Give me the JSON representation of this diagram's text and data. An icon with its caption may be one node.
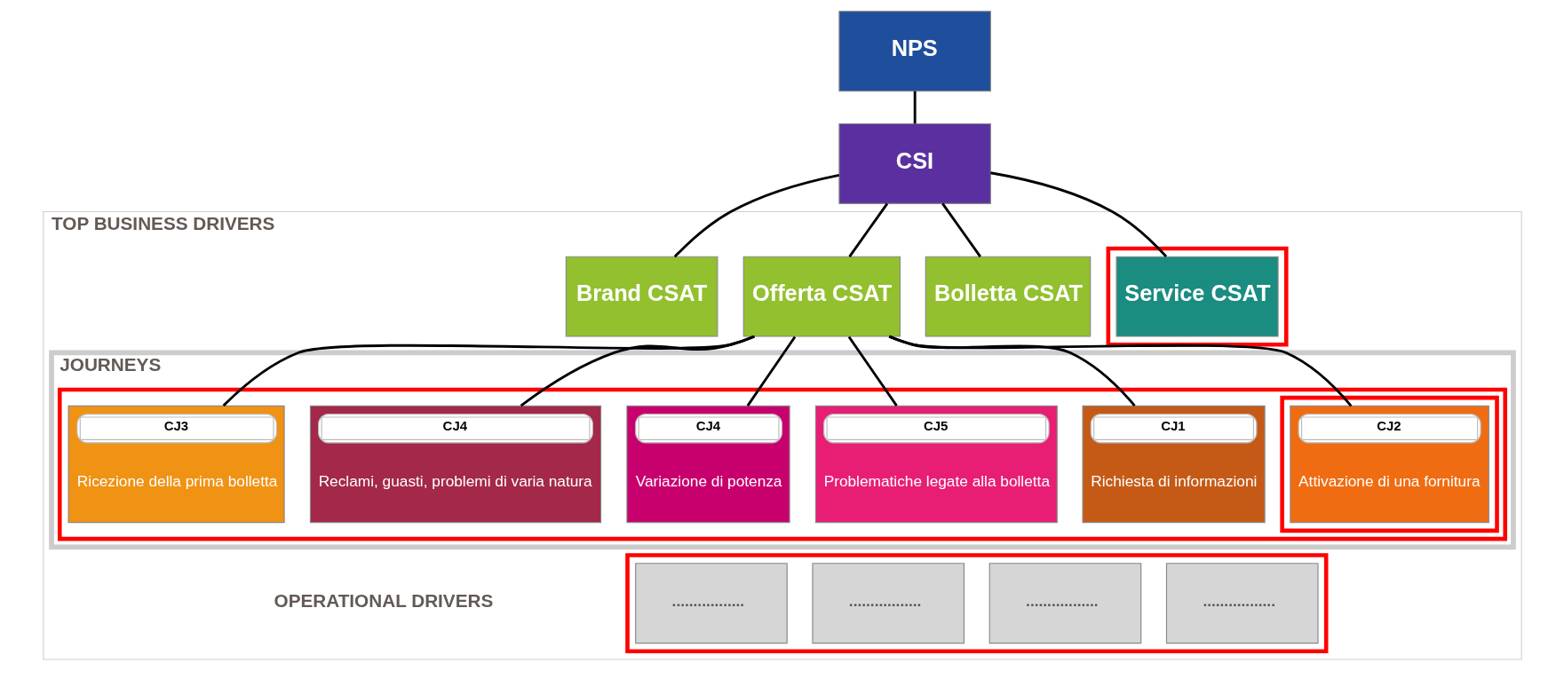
{
  "diagram": {
    "nodes": [
      {
        "text": [
          "NPS"
        ]
      },
      {
        "text": [
          "CSI"
        ]
      },
      {
        "text": [
          "TOP BUSINESS DRIVERS"
        ]
      },
      {
        "text": [
          "Brand CSAT"
        ],
        "in": 2
      },
      {
        "text": [
          "Offerta CSAT"
        ],
        "in": 2
      },
      {
        "text": [
          "Bolletta CSAT"
        ],
        "in": 2
      },
      {
        "text": [],
        "shape": "box",
        "in": 2
      },
      {
        "text": [
          "Service CSAT"
        ],
        "in": 6
      },
      {
        "text": [
          "JOURNEYS"
        ],
        "in": 2
      },
      {
        "text": [],
        "shape": "box",
        "in": 8
      },
      {
        "text": [],
        "shape": "box",
        "in": 9
      },
      {
        "text": [
          "CJ1",
          "Richiesta di informazioni"
        ],
        "in": 9
      },
      {
        "text": [
          "CJ2",
          "Attivazione di una fornitura"
        ],
        "in": 10
      },
      {
        "text": [
          "CJ3",
          "Ricezione della prima bolletta"
        ],
        "in": 9
      },
      {
        "text": [
          "CJ4",
          "Reclami, guasti, problemi di varia natura"
        ],
        "in": 9
      },
      {
        "text": [
          "CJ4",
          "Variazione di potenza"
        ],
        "in": 9
      },
      {
        "text": [
          "CJ5",
          "Problematiche legate alla bolletta"
        ],
        "in": 9
      },
      {
        "text": [],
        "shape": "box",
        "in": 2
      },
      {
        "text": [
          "................."
        ],
        "in": 17
      },
      {
        "text": [
          "................."
        ],
        "in": 17
      },
      {
        "text": [
          "................."
        ],
        "in": 17
      },
      {
        "text": [
          "................."
        ],
        "in": 17
      }
    ],
    "edges": [
      {
        "from": 0,
        "to": 1,
        "arrow": "none"
      },
      {
        "from": 1,
        "to": 3,
        "arrow": "none"
      },
      {
        "from": 1,
        "to": 4,
        "arrow": "none"
      },
      {
        "from": 1,
        "to": 5,
        "arrow": "none"
      },
      {
        "from": 1,
        "to": 7,
        "arrow": "none"
      },
      {
        "from": 4,
        "to": 11,
        "arrow": "none"
      },
      {
        "from": 4,
        "to": 12,
        "arrow": "none"
      },
      {
        "from": 4,
        "to": 13,
        "arrow": "none"
      },
      {
        "from": 4,
        "to": 14,
        "arrow": "none"
      },
      {
        "from": 4,
        "to": 15,
        "arrow": "none"
      },
      {
        "from": 4,
        "to": 16,
        "arrow": "none"
      }
    ],
    "labels": [
      "OPERATIONAL DRIVERS"
    ]
  }
}
